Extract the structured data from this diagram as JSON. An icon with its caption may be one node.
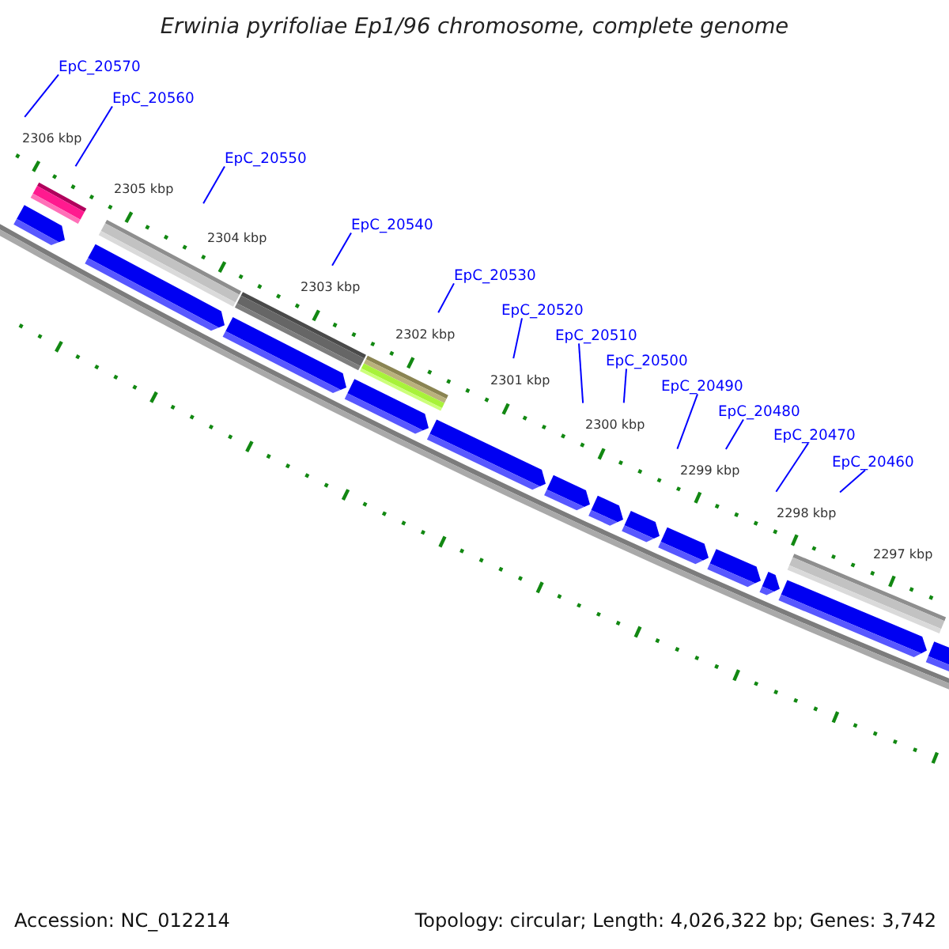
{
  "diagram": {
    "title": "Erwinia pyrifoliae Ep1/96 chromosome, complete genome",
    "nodes": [
      {
        "text": [
          "EpC_20570"
        ]
      },
      {
        "text": [
          "EpC_20560"
        ]
      },
      {
        "text": [
          "EpC_20550"
        ]
      },
      {
        "text": [
          "EpC_20540"
        ]
      },
      {
        "text": [
          "EpC_20530"
        ]
      },
      {
        "text": [
          "EpC_20520"
        ]
      },
      {
        "text": [
          "EpC_20510"
        ]
      },
      {
        "text": [
          "EpC_20500"
        ]
      },
      {
        "text": [
          "EpC_20490"
        ]
      },
      {
        "text": [
          "EpC_20480"
        ]
      },
      {
        "text": [
          "EpC_20470"
        ]
      },
      {
        "text": [
          "EpC_20460"
        ]
      }
    ],
    "edges": [
      {
        "from": 0,
        "to": null,
        "arrow": "none"
      },
      {
        "from": 1,
        "to": null,
        "arrow": "none"
      },
      {
        "from": 2,
        "to": null,
        "arrow": "none"
      },
      {
        "from": 3,
        "to": null,
        "arrow": "none"
      },
      {
        "from": 4,
        "to": null,
        "arrow": "none"
      },
      {
        "from": 5,
        "to": null,
        "arrow": "none"
      },
      {
        "from": 6,
        "to": null,
        "arrow": "none"
      },
      {
        "from": 7,
        "to": null,
        "arrow": "none"
      },
      {
        "from": 8,
        "to": null,
        "arrow": "none"
      },
      {
        "from": 9,
        "to": null,
        "arrow": "none"
      },
      {
        "from": 10,
        "to": null,
        "arrow": "none"
      },
      {
        "from": 11,
        "to": null,
        "arrow": "none"
      }
    ],
    "labels": [
      "2306 kbp",
      "2305 kbp",
      "2304 kbp",
      "2303 kbp",
      "2302 kbp",
      "2301 kbp",
      "2300 kbp",
      "2299 kbp",
      "2298 kbp",
      "2297 kbp",
      "Accession: NC_012214",
      "Topology: circular; Length: 4,026,322 bp; Genes: 3,742"
    ]
  }
}
